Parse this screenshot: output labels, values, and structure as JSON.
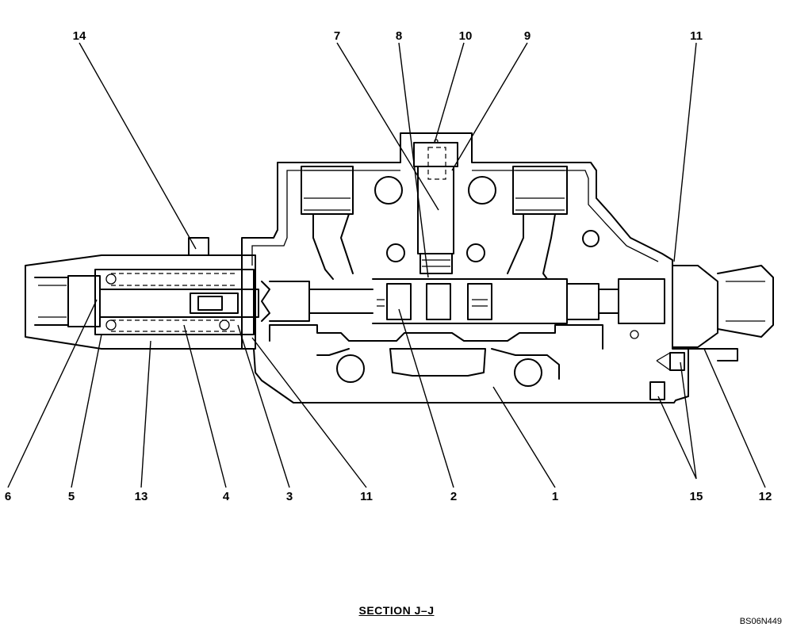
{
  "callouts": {
    "c14": "14",
    "c7": "7",
    "c8": "8",
    "c10": "10",
    "c9": "9",
    "c11_top": "11",
    "c6": "6",
    "c5": "5",
    "c13": "13",
    "c4": "4",
    "c3": "3",
    "c11_bottom": "11",
    "c2": "2",
    "c1": "1",
    "c15": "15",
    "c12": "12"
  },
  "caption": "SECTION J–J",
  "drawing_id": "BS06N449"
}
